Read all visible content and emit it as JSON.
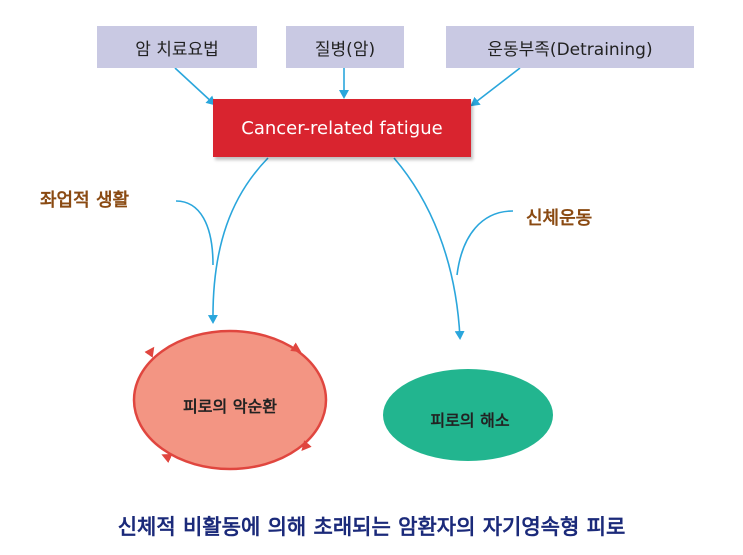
{
  "inputs": [
    {
      "label": "암 치료요법"
    },
    {
      "label": "질병(암)"
    },
    {
      "label": "운동부족(Detraining)"
    }
  ],
  "center": {
    "label": "Cancer-related fatigue"
  },
  "branches": {
    "left_label": "좌업적 생활",
    "right_label": "신체운동"
  },
  "outcomes": {
    "vicious_cycle": "피로의 악순환",
    "resolution": "피로의 해소"
  },
  "caption": "신체적 비활동에 의해 초래되는 암환자의 자기영속형 피로",
  "colors": {
    "input_box": "#c9c9e3",
    "center_box": "#d9242f",
    "arrow": "#2aa6dc",
    "vicious_fill": "#f39583",
    "vicious_stroke": "#e0463f",
    "resolution_fill": "#22b58f",
    "label_brown": "#8a4a12",
    "caption_blue": "#1b2a7a"
  }
}
